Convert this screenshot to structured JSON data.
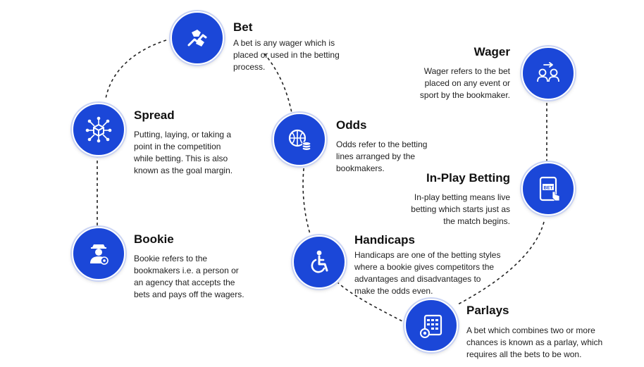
{
  "items": [
    {
      "title": "Bet",
      "lines": [
        "A bet is any wager which is",
        "placed or used in the betting",
        "process."
      ],
      "icon": "handshake-icon"
    },
    {
      "title": "Spread",
      "lines": [
        "Putting, laying, or taking a",
        "point in the competition",
        "while betting. This is also",
        "known as the goal margin."
      ],
      "icon": "network-cube-icon"
    },
    {
      "title": "Bookie",
      "lines": [
        "Bookie refers to the",
        "bookmakers i.e. a person or",
        "an agency that accepts the",
        "bets and pays off the wagers."
      ],
      "icon": "bookie-person-icon"
    },
    {
      "title": "Odds",
      "lines": [
        "Odds refer to the betting",
        "lines arranged by the",
        "bookmakers."
      ],
      "icon": "ball-coins-icon"
    },
    {
      "title": "Handicaps",
      "lines": [
        "Handicaps are one of the betting styles",
        "where a bookie gives competitors the",
        "advantages and disadvantages to",
        "make the odds even."
      ],
      "icon": "wheelchair-icon"
    },
    {
      "title": "Parlays",
      "lines": [
        "A bet which combines two or more",
        "chances is known as a parlay, which",
        "requires all the bets to be won."
      ],
      "icon": "calendar-coin-icon"
    },
    {
      "title": "Wager",
      "lines": [
        "Wager refers to the bet",
        "placed on any event or",
        "sport by the bookmaker."
      ],
      "icon": "two-people-exchange-icon"
    },
    {
      "title": "In-Play Betting",
      "lines": [
        "In-play betting means live",
        "betting which starts just as",
        "the match begins."
      ],
      "icon": "phone-bet-icon"
    }
  ],
  "icon_bet_text": "BET",
  "colors": {
    "accent": "#1b47d8",
    "text": "#222222"
  }
}
